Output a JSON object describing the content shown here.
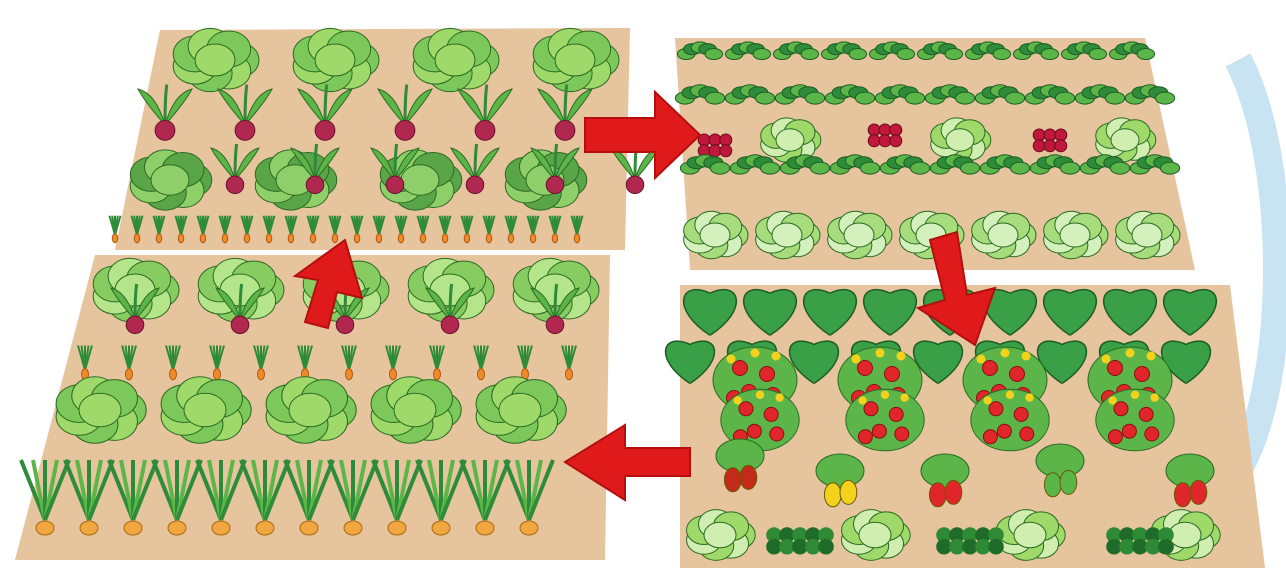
{
  "diagram": {
    "type": "crop-rotation",
    "beds": [
      {
        "id": "bed-1",
        "crops": [
          "lettuce",
          "beetroot",
          "cauliflower",
          "carrot"
        ]
      },
      {
        "id": "bed-2",
        "crops": [
          "herbs",
          "radish",
          "lettuce",
          "cabbage"
        ]
      },
      {
        "id": "bed-3",
        "crops": [
          "cucumber",
          "tomato",
          "pepper",
          "lettuce",
          "spinach"
        ]
      },
      {
        "id": "bed-4",
        "crops": [
          "beetroot",
          "carrot",
          "lettuce",
          "leek",
          "onion"
        ]
      }
    ],
    "arrows": [
      {
        "from": "bed-1",
        "to": "bed-2"
      },
      {
        "from": "bed-2",
        "to": "bed-3"
      },
      {
        "from": "bed-3",
        "to": "bed-4"
      },
      {
        "from": "bed-4",
        "to": "bed-1"
      }
    ]
  },
  "colors": {
    "soil": "#e6c49e",
    "soil_dark": "#d2a77a",
    "leaf_light": "#9ed96a",
    "leaf_mid": "#5cb548",
    "leaf_dark": "#2e8b3a",
    "beet": "#b0284f",
    "carrot": "#f08a2a",
    "tomato": "#e0262a",
    "pepper_yellow": "#f4d21c",
    "arrow": "#e01a1a",
    "deco": "#b6d9ec"
  }
}
